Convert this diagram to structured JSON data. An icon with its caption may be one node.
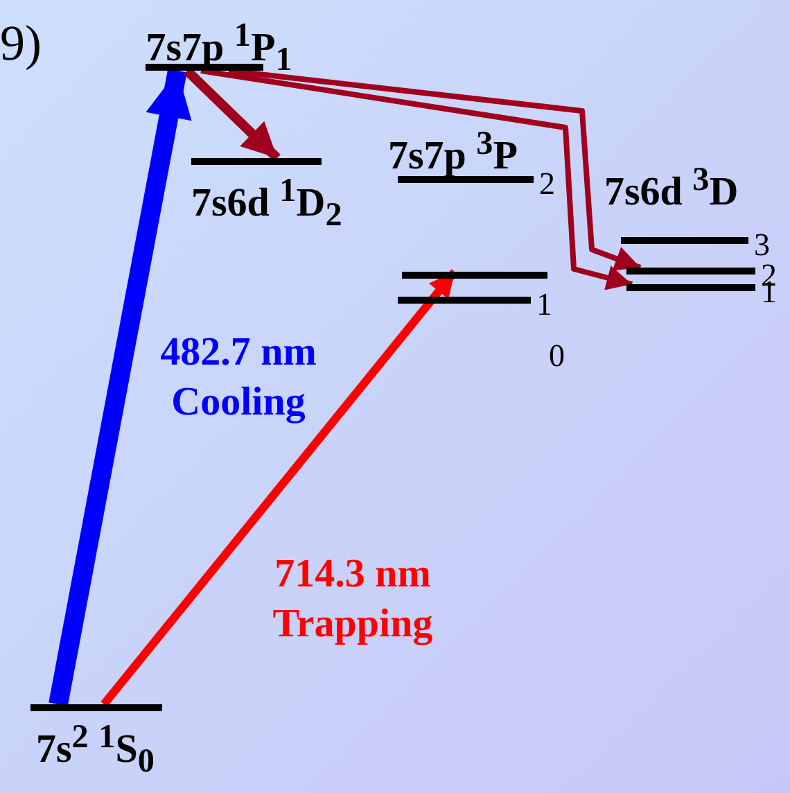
{
  "diagram": {
    "nodes": [
      {
        "text": [
          "7s7p $^{1}$P$_{1}$"
        ]
      },
      {
        "text": [
          "7s6d $^{1}$D$_{2}$"
        ]
      },
      {
        "text": [
          "7s7p $^{3}$P"
        ]
      },
      {
        "text": [],
        "shape": "bar",
        "beside": [
          "2"
        ]
      },
      {
        "text": [],
        "shape": "bar"
      },
      {
        "text": [],
        "shape": "bar",
        "beside": [
          "1"
        ]
      },
      {
        "text": [
          "7s6d $^{3}$D"
        ]
      },
      {
        "text": [],
        "shape": "bar",
        "beside": [
          "3"
        ]
      },
      {
        "text": [],
        "shape": "bar",
        "beside": [
          "2"
        ]
      },
      {
        "text": [],
        "shape": "bar",
        "beside": [
          "1"
        ]
      },
      {
        "text": [
          "7s$^{2}$  $^{1}$S$_{0}$"
        ]
      }
    ],
    "edges": [
      {
        "from": 10,
        "to": 0,
        "arrow": "to",
        "label": "482.7 nm Cooling",
        "style": "thick",
        "color": "#0000ff"
      },
      {
        "from": 10,
        "to": 4,
        "arrow": "to",
        "label": "714.3 nm Trapping",
        "color": "#ff0000"
      },
      {
        "from": 0,
        "to": 1,
        "arrow": "to"
      },
      {
        "from": 0,
        "to": 8,
        "arrow": "to"
      },
      {
        "from": 0,
        "to": 9,
        "arrow": "to"
      }
    ],
    "labels": [
      "9)",
      "0"
    ]
  }
}
